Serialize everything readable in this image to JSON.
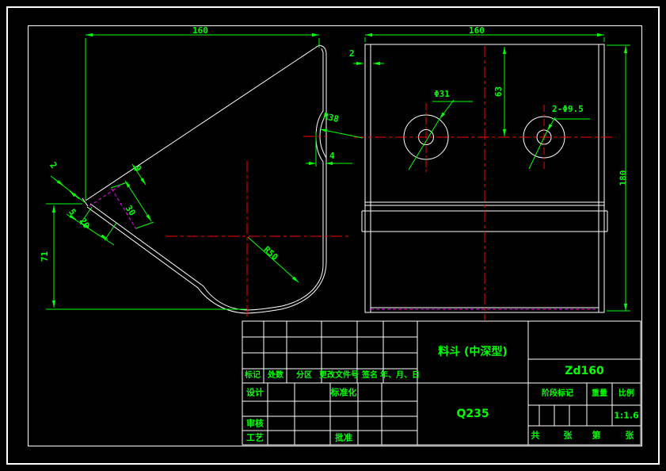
{
  "page": {
    "background": "#000000",
    "outline_color": "#ffffff",
    "dimension_color": "#00ff00",
    "centerline_color": "#ff0000",
    "bendline_color": "#ff00ff"
  },
  "views": {
    "left": {
      "width_dim": "160",
      "height_dim": "71",
      "lip_thickness_dim": "2",
      "lip_seg1_dim": "5",
      "lip_seg2_dim": "20",
      "lip_width_dim": "30",
      "lip_top_dim": "9",
      "bead_radius_label": "R38",
      "bead_width_dim": "4",
      "bottom_radius_label": "R50"
    },
    "right": {
      "width_dim": "160",
      "wall_thickness_dim": "2",
      "hole_center_dim": "63",
      "height_dim": "180",
      "center_hole_label": "Φ31",
      "side_holes_label": "2-Φ9.5"
    }
  },
  "title_block": {
    "part_name": "料斗 (中深型)",
    "drawing_no": "Zd160",
    "material": "Q235",
    "scale_value": "1:1.6",
    "rev_headers": [
      "标记",
      "处数",
      "分区",
      "更改文件号",
      "签名",
      "年、月、日"
    ],
    "design": "设计",
    "standardize": "标准化",
    "review": "审核",
    "process": "工艺",
    "approve": "批准",
    "stage_mark": "阶段标记",
    "weight": "重量",
    "scale_label": "比例",
    "sheet_total_label": "共",
    "sheet_unit1": "张",
    "sheet_no_label": "第",
    "sheet_unit2": "张"
  }
}
